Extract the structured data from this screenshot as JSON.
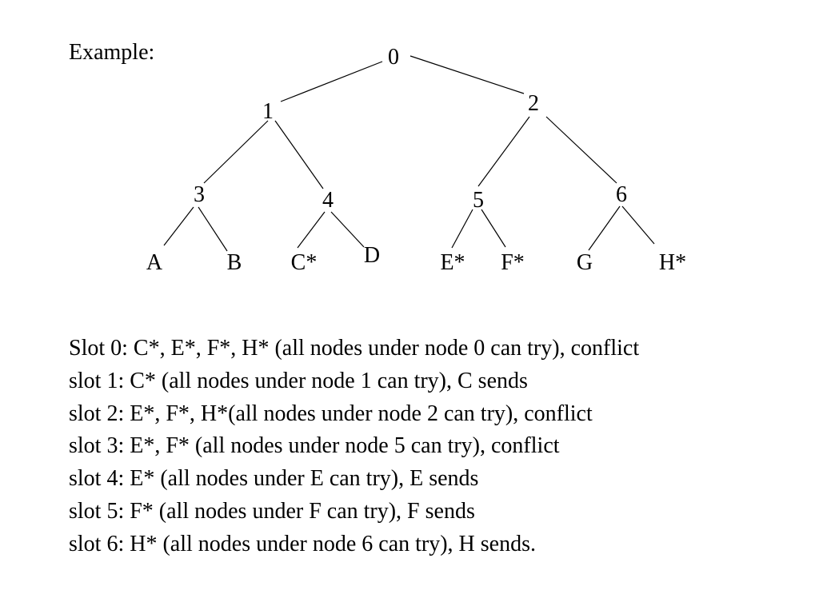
{
  "heading": "Example:",
  "tree": {
    "nodes": [
      {
        "id": "n0",
        "label": "0"
      },
      {
        "id": "n1",
        "label": "1"
      },
      {
        "id": "n2",
        "label": "2"
      },
      {
        "id": "n3",
        "label": "3"
      },
      {
        "id": "n4",
        "label": "4"
      },
      {
        "id": "n5",
        "label": "5"
      },
      {
        "id": "n6",
        "label": "6"
      },
      {
        "id": "nA",
        "label": "A"
      },
      {
        "id": "nB",
        "label": "B"
      },
      {
        "id": "nC",
        "label": "C*"
      },
      {
        "id": "nD",
        "label": "D"
      },
      {
        "id": "nE",
        "label": "E*"
      },
      {
        "id": "nF",
        "label": "F*"
      },
      {
        "id": "nG",
        "label": "G"
      },
      {
        "id": "nH",
        "label": "H*"
      }
    ],
    "edges": [
      {
        "from": "n0",
        "to": "n1"
      },
      {
        "from": "n0",
        "to": "n2"
      },
      {
        "from": "n1",
        "to": "n3"
      },
      {
        "from": "n1",
        "to": "n4"
      },
      {
        "from": "n2",
        "to": "n5"
      },
      {
        "from": "n2",
        "to": "n6"
      },
      {
        "from": "n3",
        "to": "nA"
      },
      {
        "from": "n3",
        "to": "nB"
      },
      {
        "from": "n4",
        "to": "nC"
      },
      {
        "from": "n4",
        "to": "nD"
      },
      {
        "from": "n5",
        "to": "nE"
      },
      {
        "from": "n5",
        "to": "nF"
      },
      {
        "from": "n6",
        "to": "nG"
      },
      {
        "from": "n6",
        "to": "nH"
      }
    ]
  },
  "slots": [
    "Slot 0: C*, E*, F*, H* (all nodes under node 0 can try), conflict",
    "slot 1: C* (all nodes under node 1 can try), C sends",
    "slot 2: E*, F*, H*(all nodes under node 2 can try), conflict",
    "slot 3: E*, F* (all nodes under node 5 can try), conflict",
    "slot 4: E* (all nodes under E can try), E sends",
    "slot 5: F* (all nodes under F can try), F sends",
    "slot 6: H* (all nodes under node 6 can try), H sends."
  ]
}
